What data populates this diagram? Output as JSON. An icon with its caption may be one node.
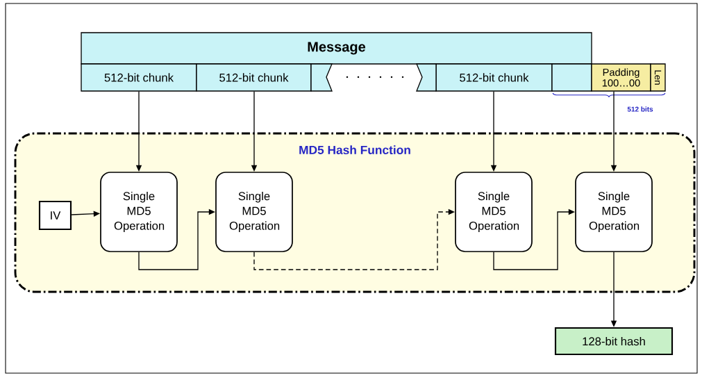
{
  "diagram": {
    "nodes": [
      {
        "text": [
          "Message"
        ]
      },
      {
        "text": [
          "512-bit chunk"
        ]
      },
      {
        "text": [
          "512-bit chunk"
        ]
      },
      {
        "text": [
          "512-bit chunk"
        ]
      },
      {
        "text": [],
        "shape": "box"
      },
      {
        "text": [
          "Padding 100…00"
        ]
      },
      {
        "text": [
          "Len"
        ]
      },
      {
        "text": [
          "MD5 Hash Function"
        ]
      },
      {
        "text": [
          "IV"
        ],
        "in": 7
      },
      {
        "text": [
          "Single MD5 Operation"
        ],
        "in": 7
      },
      {
        "text": [
          "Single MD5 Operation"
        ],
        "in": 7
      },
      {
        "text": [
          "Single MD5 Operation"
        ],
        "in": 7
      },
      {
        "text": [
          "Single MD5 Operation"
        ],
        "in": 7
      },
      {
        "text": [
          "128-bit hash"
        ]
      }
    ],
    "edges": [
      {
        "from": 1,
        "to": 9,
        "arrow": "to"
      },
      {
        "from": 2,
        "to": 10,
        "arrow": "to"
      },
      {
        "from": 3,
        "to": 11,
        "arrow": "to"
      },
      {
        "from": 5,
        "to": 12,
        "arrow": "to"
      },
      {
        "from": 8,
        "to": 9,
        "arrow": "to"
      },
      {
        "from": 9,
        "to": 10,
        "arrow": "to"
      },
      {
        "from": 10,
        "to": 11,
        "arrow": "to",
        "style": "dashed"
      },
      {
        "from": 11,
        "to": 12,
        "arrow": "to"
      },
      {
        "from": 12,
        "to": 13,
        "arrow": "to"
      }
    ],
    "labels": [
      "512 bits"
    ]
  }
}
